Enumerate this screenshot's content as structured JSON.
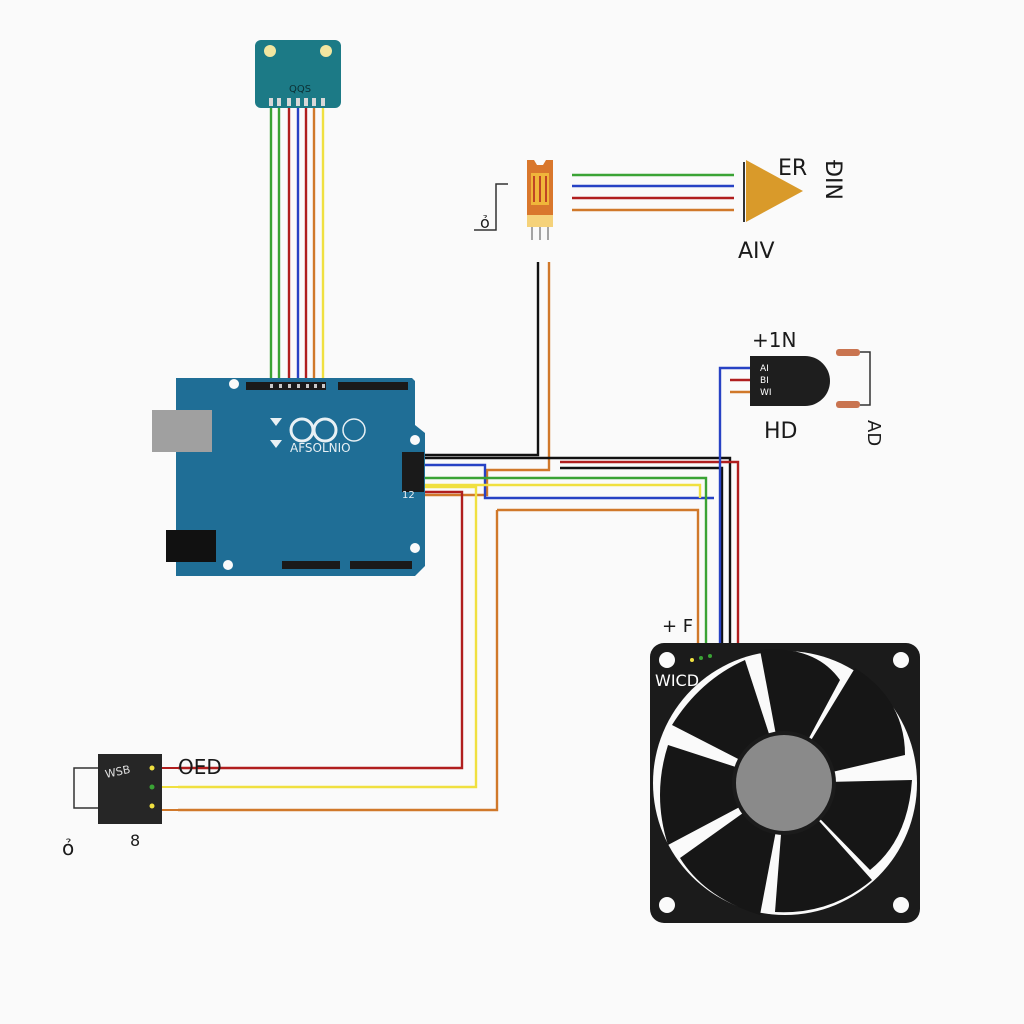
{
  "colors": {
    "background": "#fafafa",
    "arduino_board": "#1f6e96",
    "sensor_board": "#1c7a86",
    "fan_body": "#1b1b1b",
    "fan_hub": "#8a8a8a",
    "heater_body": "#d9772c",
    "buzzer_body": "#d99a2a",
    "wire_red": "#b01e1e",
    "wire_green": "#3aa335",
    "wire_yellow": "#f0e040",
    "wire_orange": "#d0782a",
    "wire_blue": "#2742c4",
    "wire_black": "#111111"
  },
  "labels": {
    "sensor_module": "QQS",
    "arduino_name": "AFSOLNIO",
    "arduino_pin": "12",
    "heater_side": "ỏ",
    "buzzer_name_a": "ER",
    "buzzer_name_b": "ÐIN",
    "buzzer_caption": "AIV",
    "transistor_title": "+1N",
    "transistor_pin_1": "AI",
    "transistor_pin_2": "BI",
    "transistor_pin_3": "WI",
    "transistor_caption": "HD",
    "transistor_side": "AD",
    "fan_plus": "+ F",
    "fan_name": "WICD",
    "relay_name": "WSB",
    "relay_header": "OED",
    "relay_caption": "8",
    "relay_side": "ỏ"
  },
  "icons": {
    "arduino_usb": "usb-port-icon",
    "arduino_power": "power-jack-icon",
    "fan": "cooling-fan-icon"
  }
}
